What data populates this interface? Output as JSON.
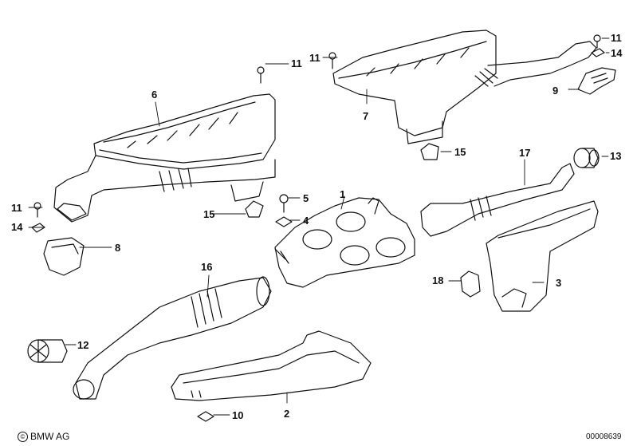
{
  "callouts": {
    "c1": "1",
    "c2": "2",
    "c3": "3",
    "c4": "4",
    "c5": "5",
    "c6": "6",
    "c7": "7",
    "c8": "8",
    "c9": "9",
    "c10": "10",
    "c11a": "11",
    "c11b": "11",
    "c11c": "11",
    "c11d": "11",
    "c12": "12",
    "c13": "13",
    "c14a": "14",
    "c14b": "14",
    "c15a": "15",
    "c15b": "15",
    "c16": "16",
    "c17": "17",
    "c18": "18"
  },
  "footer": {
    "copyright_symbol": "©",
    "brand": "BMW AG",
    "diagram_number": "00008639"
  }
}
